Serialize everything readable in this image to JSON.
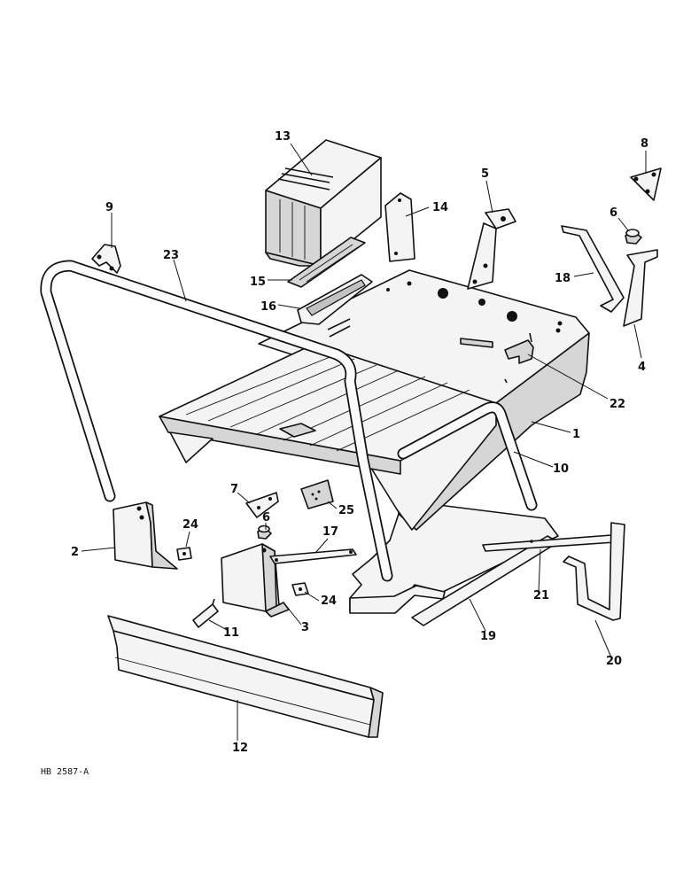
{
  "figure_id": "HB 2587-A",
  "callouts": [
    "1",
    "2",
    "3",
    "4",
    "5",
    "6",
    "6",
    "7",
    "8",
    "9",
    "10",
    "11",
    "12",
    "13",
    "14",
    "15",
    "16",
    "17",
    "18",
    "19",
    "20",
    "21",
    "22",
    "23",
    "24",
    "24",
    "25"
  ]
}
